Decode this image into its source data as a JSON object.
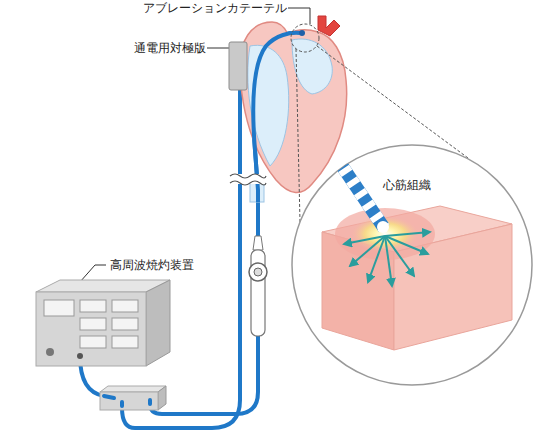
{
  "diagram": {
    "labels": [
      "アブレーションカテーテル",
      "通電用対極版",
      "高周波焼灼装置",
      "心筋組織"
    ]
  }
}
